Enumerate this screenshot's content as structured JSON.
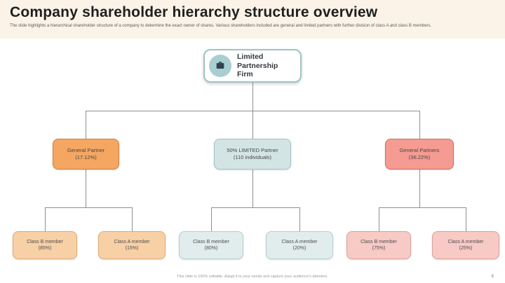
{
  "slide": {
    "title": "Company shareholder hierarchy structure overview",
    "subtitle": "The slide highlights a hierarchical shareholder structure of a company to determine the exact owner of shares. Various shareholders included are general and limited partners with further division of class A and class B members.",
    "footer": "This slide is 100% editable. Adapt it to your needs and capture your audience's attention.",
    "page_number": "8"
  },
  "hierarchy": {
    "root": {
      "label": "Limited Partnership Firm",
      "icon": "partnership-icon"
    },
    "branches": [
      {
        "label": "General Partner",
        "value": "(17.12%)",
        "children": [
          {
            "label": "Class B member",
            "value": "(85%)"
          },
          {
            "label": "Class A member",
            "value": "(15%)"
          }
        ]
      },
      {
        "label": "50% LIMITED Partner",
        "value": "(110 individuals)",
        "children": [
          {
            "label": "Class B member",
            "value": "(80%)"
          },
          {
            "label": "Class A member",
            "value": "(20%)"
          }
        ]
      },
      {
        "label": "General Partners",
        "value": "(36.22%)",
        "children": [
          {
            "label": "Class B member",
            "value": "(75%)"
          },
          {
            "label": "Class A member",
            "value": "(25%)"
          }
        ]
      }
    ]
  },
  "colors": {
    "background": "#fbf3e8",
    "canvas": "#ffffff",
    "root_border": "#9cc4c6",
    "root_icon_bg": "#a8ced2",
    "branch_orange": "#f5a661",
    "branch_teal": "#d3e4e5",
    "branch_pink": "#f59b92",
    "child_orange": "#f8d0a6",
    "child_teal": "#e0edec",
    "child_pink": "#f8cac5",
    "connector": "#8f8f8f"
  }
}
